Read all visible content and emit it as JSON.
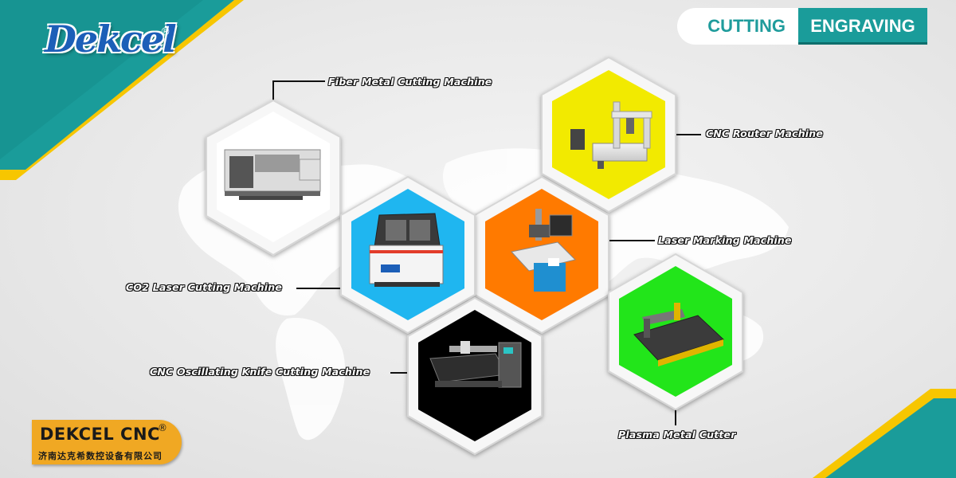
{
  "brand": {
    "logo_text": "Dekcel",
    "registered": "®",
    "badge_title": "DEKCEL CNC",
    "badge_registered": "®",
    "badge_subtitle": "济南达克希数控设备有限公司"
  },
  "tabs": [
    {
      "label": "CUTTING"
    },
    {
      "label": "ENGRAVING"
    }
  ],
  "machines": [
    {
      "label": "Fiber Metal Cutting Machine",
      "backdrop": "#ffffff"
    },
    {
      "label": "CNC Router Machine",
      "backdrop": "#f2ea00"
    },
    {
      "label": "Laser Marking Machine",
      "backdrop": "#ff7a00"
    },
    {
      "label": "CO2 Laser Cutting Machine",
      "backdrop": "#1fb6f0"
    },
    {
      "label": "CNC Oscillating Knife Cutting Machine",
      "backdrop": "#000000"
    },
    {
      "label": "Plasma Metal Cutter",
      "backdrop": "#22e51a"
    }
  ],
  "colors": {
    "teal": "#1a9c9a",
    "teal_dark": "#0e6e6c",
    "yellow_accent": "#f7c600",
    "badge_orange": "#f0a823",
    "logo_blue": "#1c5fb8"
  },
  "icons": [
    "world-map-icon",
    "fiber-laser-machine-icon",
    "cnc-router-icon",
    "laser-marking-icon",
    "co2-laser-icon",
    "knife-cutter-icon",
    "plasma-cutter-icon"
  ]
}
